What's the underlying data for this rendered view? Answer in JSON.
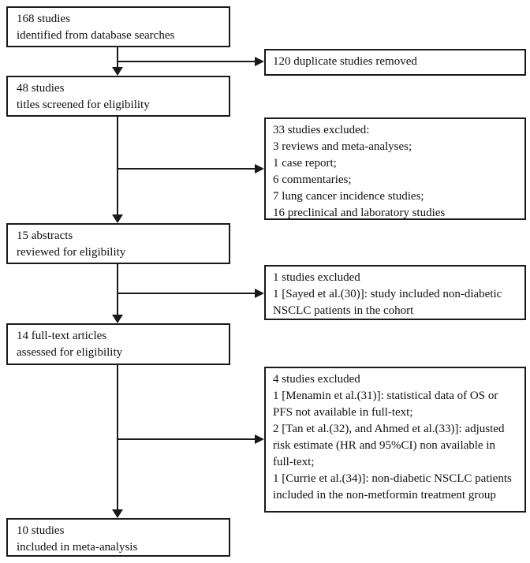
{
  "flowchart": {
    "colors": {
      "background": "#ffffff",
      "line": "#1a1a1a",
      "text": "#111111"
    },
    "main_boxes": [
      {
        "name": "identification",
        "text": "168 studies\nidentified from database searches"
      },
      {
        "name": "title-screening",
        "text": "48 studies\ntitles screened for eligibility"
      },
      {
        "name": "abstract-review",
        "text": "15 abstracts\nreviewed for eligibility"
      },
      {
        "name": "fulltext-assessment",
        "text": "14 full-text articles\nassessed for eligibility"
      },
      {
        "name": "included",
        "text": "10 studies\nincluded in meta-analysis"
      }
    ],
    "exclusion_boxes": [
      {
        "name": "duplicates-removed",
        "text": "120 duplicate studies removed"
      },
      {
        "name": "excluded-after-title-screening",
        "text": "33 studies excluded:\n3 reviews and meta-analyses;\n1 case report;\n6 commentaries;\n7 lung cancer incidence studies;\n16 preclinical and laboratory studies"
      },
      {
        "name": "excluded-after-abstract-review",
        "text": "1 studies excluded\n1 [Sayed et al.(30)]: study included non-diabetic NSCLC patients in the cohort"
      },
      {
        "name": "excluded-after-fulltext-assessment",
        "text": "4 studies excluded\n1 [Menamin et al.(31)]: statistical data of OS or PFS not available in full-text;\n2 [Tan et al.(32), and Ahmed et al.(33)]: adjusted risk estimate (HR and 95%CI) non available in full-text;\n1 [Currie et al.(34)]: non-diabetic NSCLC patients included in the non-metformin treatment group"
      }
    ]
  }
}
